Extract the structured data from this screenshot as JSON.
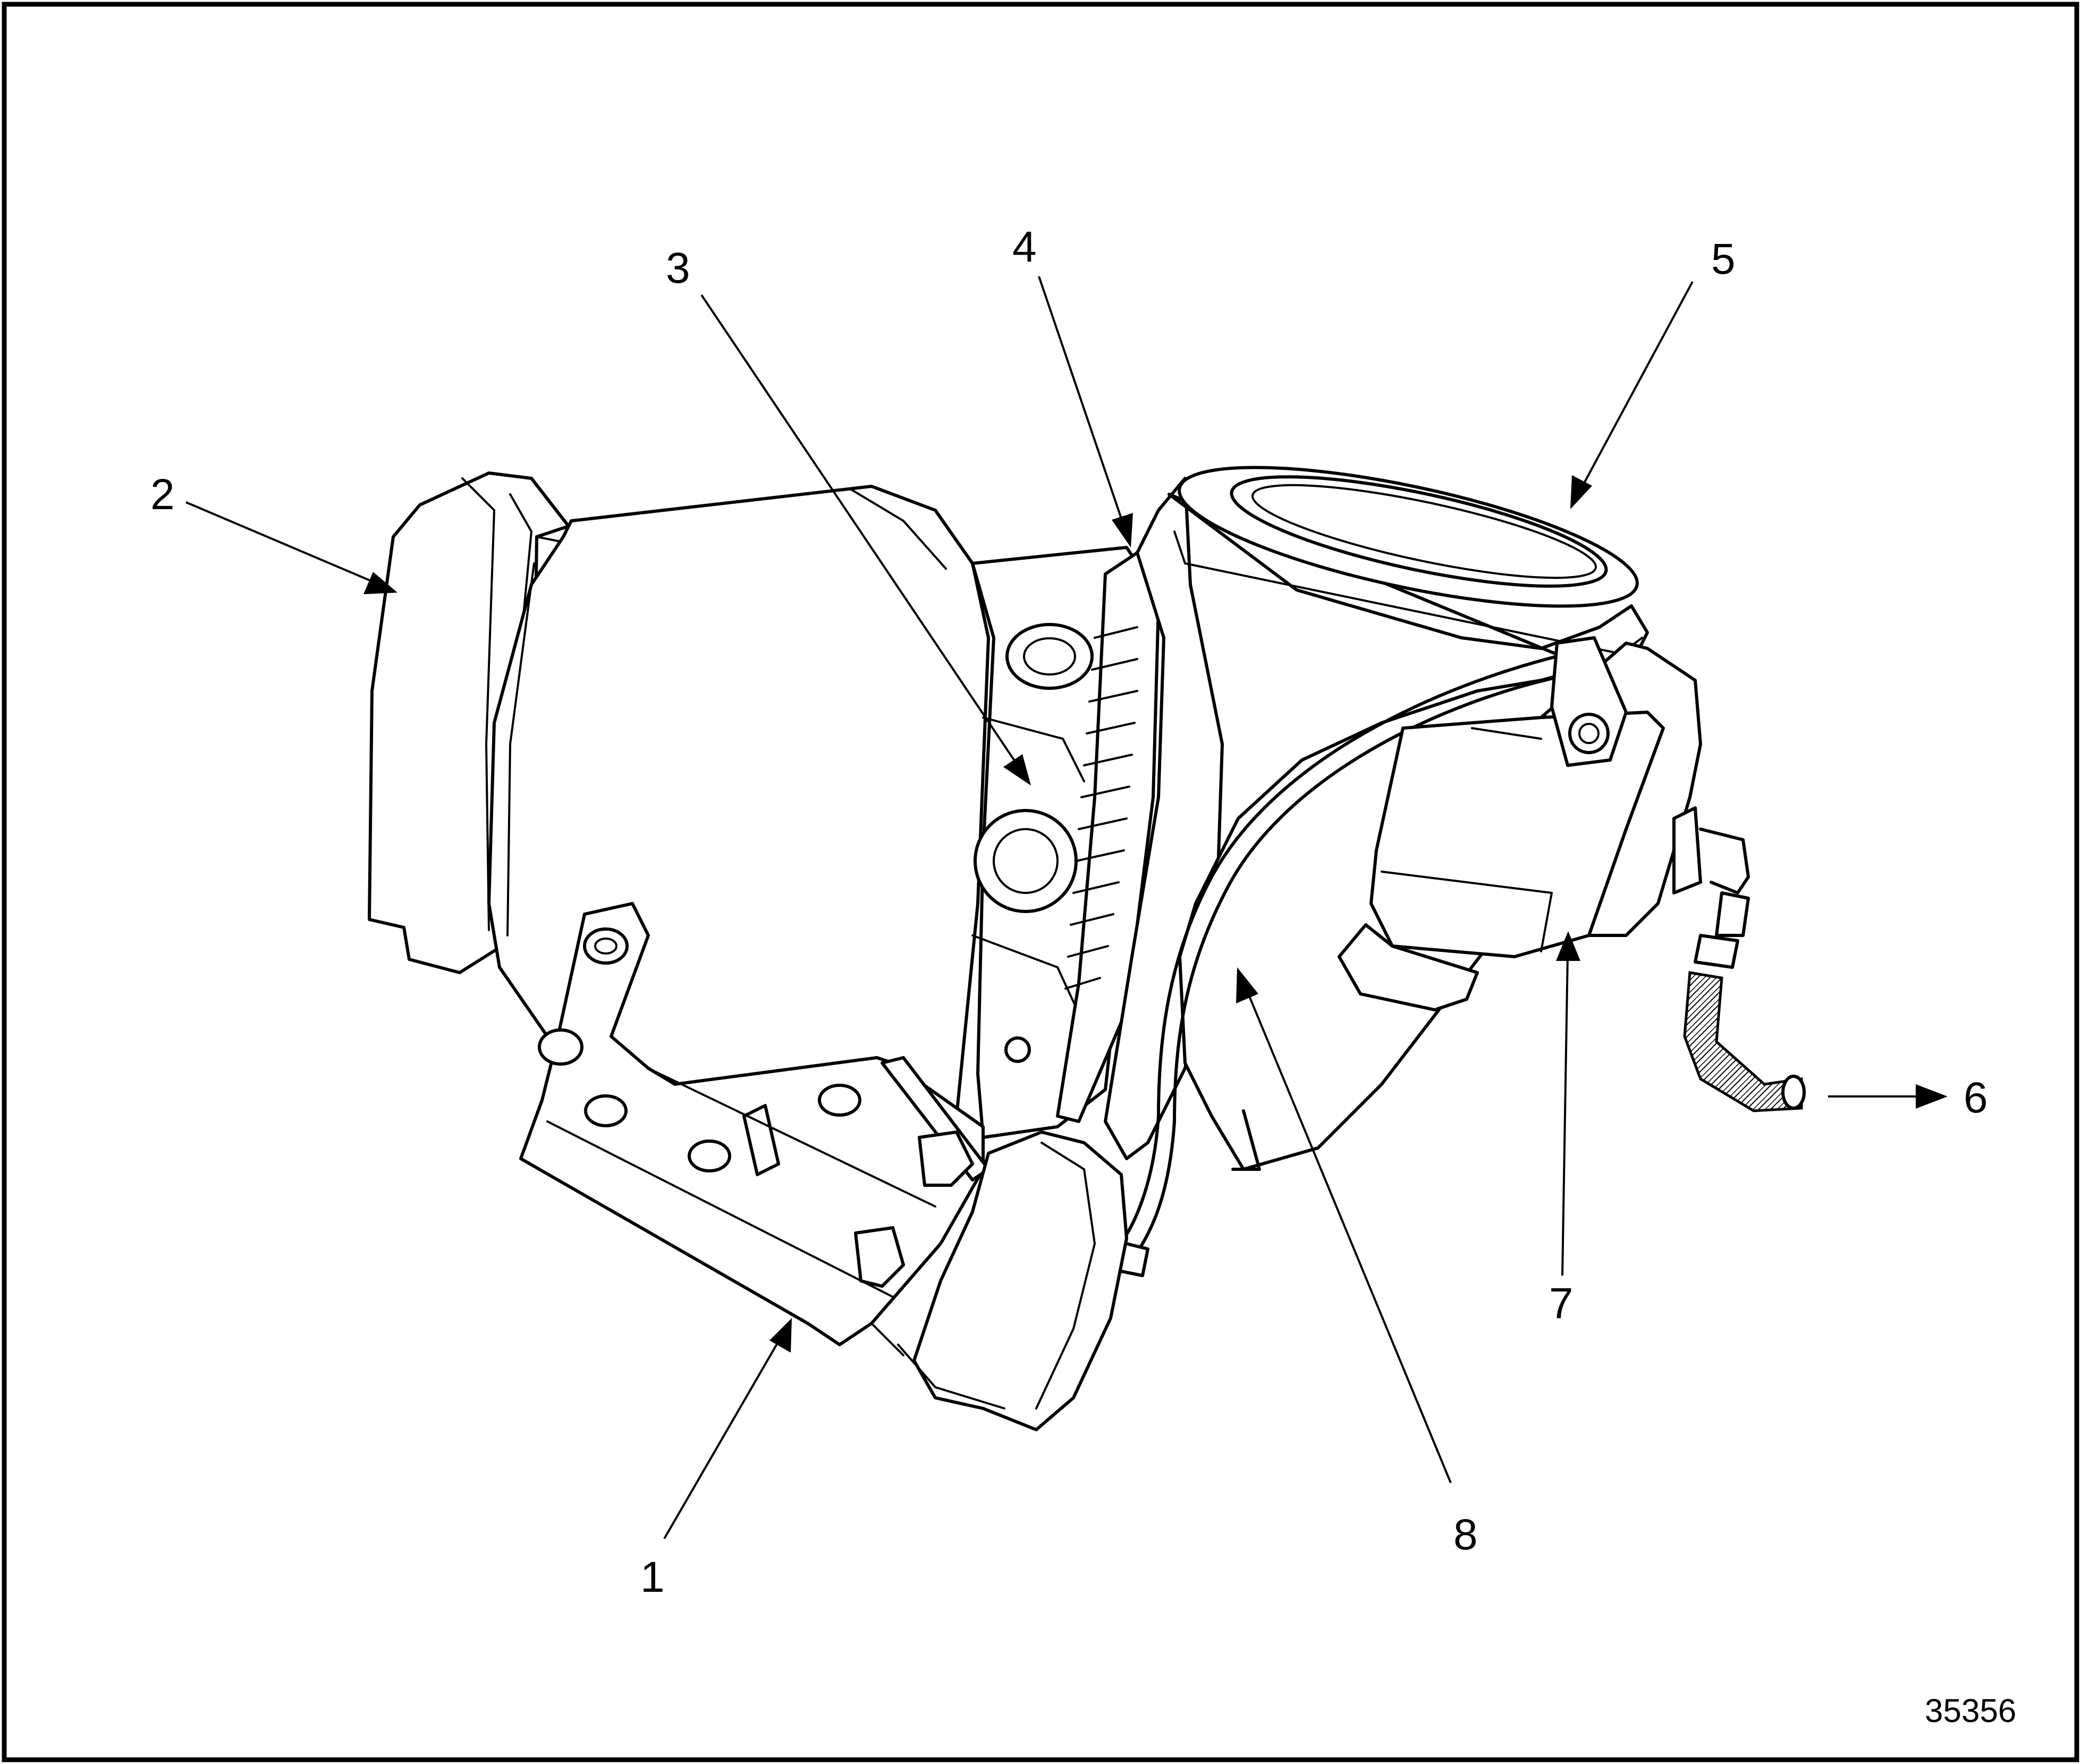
{
  "callouts": [
    {
      "id": "1",
      "label": "1"
    },
    {
      "id": "2",
      "label": "2"
    },
    {
      "id": "3",
      "label": "3"
    },
    {
      "id": "4",
      "label": "4"
    },
    {
      "id": "5",
      "label": "5"
    },
    {
      "id": "6",
      "label": "6"
    },
    {
      "id": "7",
      "label": "7"
    },
    {
      "id": "8",
      "label": "8"
    }
  ],
  "figure_number": "35356",
  "colors": {
    "ink": "#000000",
    "paper": "#ffffff"
  }
}
